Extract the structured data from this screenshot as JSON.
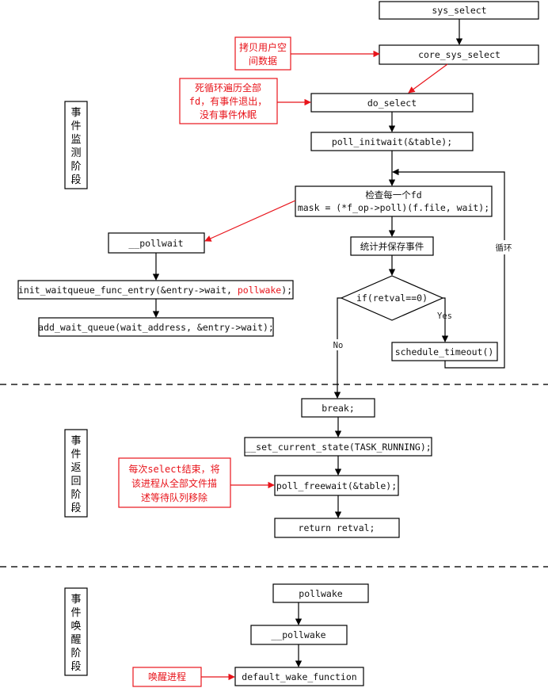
{
  "nodes": {
    "sys_select": "sys_select",
    "core_sys_select": "core_sys_select",
    "do_select": "do_select",
    "poll_initwait": "poll_initwait(&table);",
    "check_fd_line1": "检查每一个fd",
    "check_fd_line2": "mask = (*f_op->poll)(f.file, wait);",
    "pollwait": "__pollwait",
    "init_waitqueue_prefix": "init_waitqueue_func_entry(&entry->wait, ",
    "init_waitqueue_highlight": "pollwake",
    "init_waitqueue_suffix": ");",
    "add_wait_queue": "add_wait_queue(wait_address, &entry->wait);",
    "stat_save": "统计并保存事件",
    "if_retval": "if(retval==0)",
    "schedule_timeout": "schedule_timeout()",
    "break": "break;",
    "set_current_state": "__set_current_state(TASK_RUNNING);",
    "poll_freewait": "poll_freewait(&table);",
    "return_retval": "return retval;",
    "pollwake": "pollwake",
    "__pollwake": "__pollwake",
    "default_wake_function": "default_wake_function"
  },
  "edge_labels": {
    "yes": "Yes",
    "no": "No",
    "loop": "循环"
  },
  "notes": {
    "copy_user": [
      "拷贝用户空",
      "间数据"
    ],
    "dead_loop": [
      "死循环遍历全部",
      "fd，有事件退出，",
      "没有事件休眠"
    ],
    "select_end": [
      "每次select结束，将",
      "该进程从全部文件描",
      "述等待队列移除"
    ],
    "wake_process": [
      "唤醒进程"
    ]
  },
  "phases": {
    "detect": [
      "事",
      "件",
      "监",
      "测",
      "阶",
      "段"
    ],
    "return": [
      "事",
      "件",
      "返",
      "回",
      "阶",
      "段"
    ],
    "wake": [
      "事",
      "件",
      "唤",
      "醒",
      "阶",
      "段"
    ]
  },
  "colors": {
    "note_red": "#e8141b",
    "line": "#000000",
    "divider": "#555555"
  }
}
